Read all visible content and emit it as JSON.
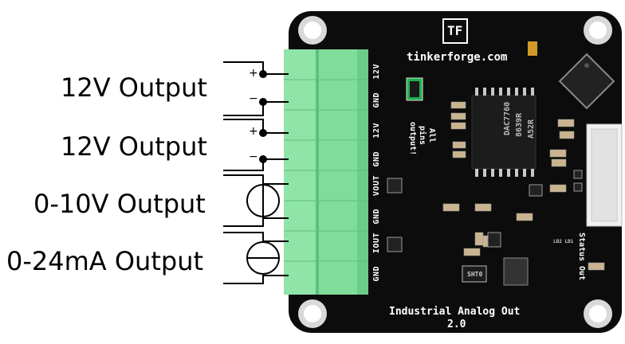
{
  "labels": {
    "out1": "12V Output",
    "out2": "12V Output",
    "out3": "0-10V Output",
    "out4": "0-24mA Output"
  },
  "polarity": {
    "plus": "+",
    "minus": "−"
  },
  "board": {
    "brand": "tinkerforge.com",
    "logo": "TF",
    "pins": [
      "12V",
      "GND",
      "12V",
      "GND",
      "VOUT",
      "GND",
      "IOUT",
      "GND"
    ],
    "note": "All pins output!",
    "title": "Industrial Analog Out",
    "version": "2.0",
    "status": "Status",
    "out": "Out",
    "chip_lines": [
      "DAC7760",
      "8639R",
      "A52R"
    ],
    "led_label": "LD2 LD1",
    "ic_label": "SHT0"
  },
  "colors": {
    "pcb": "#0c0c0c",
    "terminal": "#7fdc9a",
    "terminal_dark": "#5fbf7d",
    "connector": "#f1f1f1",
    "led": "#22b14c"
  }
}
